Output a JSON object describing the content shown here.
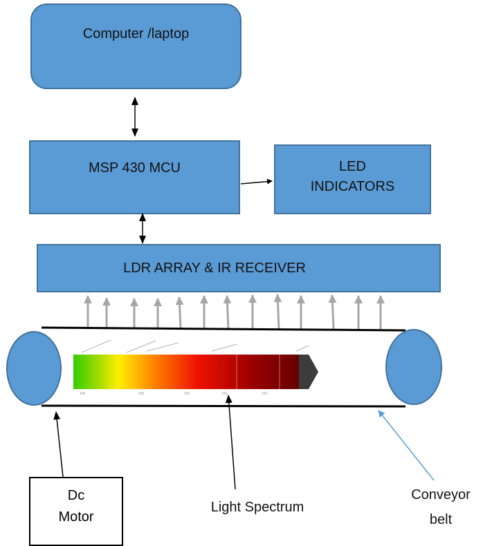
{
  "blocks": {
    "computer": "Computer /laptop",
    "mcu": "MSP 430 MCU",
    "led_line1": "LED",
    "led_line2": "INDICATORS",
    "ldr": "LDR ARRAY & IR RECEIVER"
  },
  "labels": {
    "motor_line1": "Dc",
    "motor_line2": "Motor",
    "spectrum": "Light Spectrum",
    "conveyor_line1": "Conveyor",
    "conveyor_line2": "belt"
  },
  "spectrum_ticks": [
    "400",
    "500",
    "600",
    "700",
    "750"
  ],
  "colors": {
    "block_fill": "#5b9bd5",
    "block_border": "#41719c",
    "sensor_arrow": "#a6a6a6",
    "conveyor_pointer": "#5b9bd5"
  }
}
